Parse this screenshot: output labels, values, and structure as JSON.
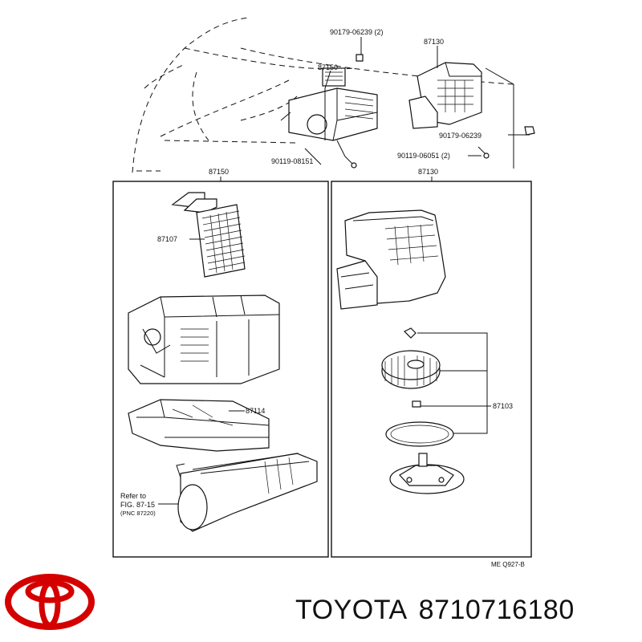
{
  "diagram": {
    "callouts_top": {
      "bolt_a": "90179-06239 (2)",
      "assembly_a": "87130",
      "assembly_b": "87150",
      "bolt_b": "90179-06239",
      "screw_a": "90119-08151",
      "screw_b": "90119-06051 (2)"
    },
    "panel_left": {
      "title": "87150",
      "heater_core": "87107",
      "lower_case": "87114",
      "refer_line1": "Refer to",
      "refer_line2": "FIG. 87-15",
      "refer_line3": "(PNC 87220)"
    },
    "panel_right": {
      "title": "87130",
      "blower_motor": "87103"
    },
    "figure_code": "ME Q927-B"
  },
  "footer": {
    "brand": "TOYOTA",
    "part_number": "8710716180",
    "logo_color": "#d40000"
  }
}
